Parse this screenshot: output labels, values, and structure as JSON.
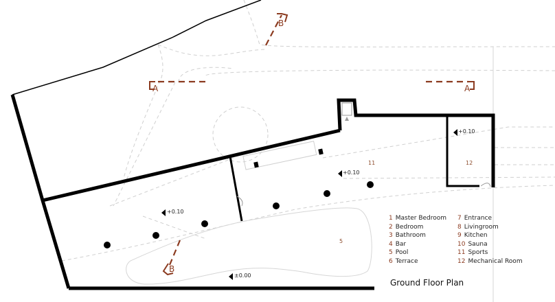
{
  "drawing": {
    "title": "Ground Floor Plan",
    "section_labels": {
      "a_left": "A",
      "a_right": "A",
      "b_top": "B",
      "b_bottom": "B"
    },
    "levels": {
      "l1": "+0.10",
      "l2": "+0.10",
      "l3": "+0.10",
      "l4": "±0.00"
    },
    "room_numbers": {
      "pool": "5",
      "sports": "11",
      "mechanical": "12"
    }
  },
  "legend": {
    "left": [
      {
        "num": "1",
        "name": "Master Bedroom"
      },
      {
        "num": "2",
        "name": "Bedroom"
      },
      {
        "num": "3",
        "name": "Bathroom"
      },
      {
        "num": "4",
        "name": "Bar"
      },
      {
        "num": "5",
        "name": "Pool"
      },
      {
        "num": "6",
        "name": "Terrace"
      }
    ],
    "right": [
      {
        "num": "7",
        "name": "Entrance"
      },
      {
        "num": "8",
        "name": "Livingroom"
      },
      {
        "num": "9",
        "name": "Kitchen"
      },
      {
        "num": "10",
        "name": "Sauna"
      },
      {
        "num": "11",
        "name": "Sports"
      },
      {
        "num": "12",
        "name": "Mechanical Room"
      }
    ]
  },
  "colors": {
    "section": "#8b3a1f",
    "wall": "#000000",
    "faint": "#cfcfcf"
  }
}
